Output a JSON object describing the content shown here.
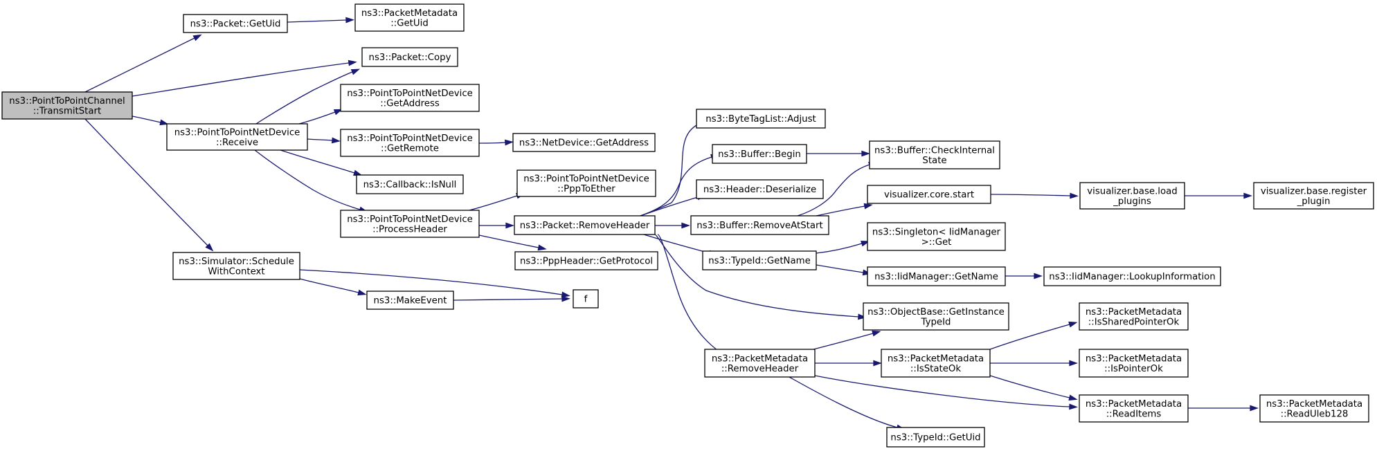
{
  "nodes": {
    "n_transmit": [
      "ns3::PointToPointChannel",
      "::TransmitStart"
    ],
    "n_getuid_pkt": [
      "ns3::Packet::GetUid"
    ],
    "n_pm_getuid": [
      "ns3::PacketMetadata",
      "::GetUid"
    ],
    "n_copy": [
      "ns3::Packet::Copy"
    ],
    "n_p2p_receive": [
      "ns3::PointToPointNetDevice",
      "::Receive"
    ],
    "n_p2p_getaddr": [
      "ns3::PointToPointNetDevice",
      "::GetAddress"
    ],
    "n_p2p_getremote": [
      "ns3::PointToPointNetDevice",
      "::GetRemote"
    ],
    "n_nd_getaddr": [
      "ns3::NetDevice::GetAddress"
    ],
    "n_cb_isnull": [
      "ns3::Callback::IsNull"
    ],
    "n_p2p_procheader": [
      "ns3::PointToPointNetDevice",
      "::ProcessHeader"
    ],
    "n_p2p_pppether": [
      "ns3::PointToPointNetDevice",
      "::PppToEther"
    ],
    "n_pkt_removeheader": [
      "ns3::Packet::RemoveHeader"
    ],
    "n_ppp_getproto": [
      "ns3::PppHeader::GetProtocol"
    ],
    "n_sched": [
      "ns3::Simulator::Schedule",
      "WithContext"
    ],
    "n_makeevent": [
      "ns3::MakeEvent"
    ],
    "n_f": [
      "f"
    ],
    "n_btl_adjust": [
      "ns3::ByteTagList::Adjust"
    ],
    "n_buf_begin": [
      "ns3::Buffer::Begin"
    ],
    "n_hdr_deser": [
      "ns3::Header::Deserialize"
    ],
    "n_buf_removeatstart": [
      "ns3::Buffer::RemoveAtStart"
    ],
    "n_buf_checkinternal": [
      "ns3::Buffer::CheckInternal",
      "State"
    ],
    "n_vis_start": [
      "visualizer.core.start"
    ],
    "n_vis_load": [
      "visualizer.base.load",
      "_plugins"
    ],
    "n_vis_register": [
      "visualizer.base.register",
      "_plugin"
    ],
    "n_typeid_getname": [
      "ns3::TypeId::GetName"
    ],
    "n_singleton_get": [
      "ns3::Singleton< IidManager",
      ">::Get"
    ],
    "n_iid_getname": [
      "ns3::IidManager::GetName"
    ],
    "n_iid_lookup": [
      "ns3::IidManager::LookupInformation"
    ],
    "n_objbase": [
      "ns3::ObjectBase::GetInstance",
      "TypeId"
    ],
    "n_pm_removeheader": [
      "ns3::PacketMetadata",
      "::RemoveHeader"
    ],
    "n_pm_isstateok": [
      "ns3::PacketMetadata",
      "::IsStateOk"
    ],
    "n_pm_issharedptr": [
      "ns3::PacketMetadata",
      "::IsSharedPointerOk"
    ],
    "n_pm_isptr": [
      "ns3::PacketMetadata",
      "::IsPointerOk"
    ],
    "n_pm_readitems": [
      "ns3::PacketMetadata",
      "::ReadItems"
    ],
    "n_pm_readuleb": [
      "ns3::PacketMetadata",
      "::ReadUleb128"
    ],
    "n_typeid_getuid": [
      "ns3::TypeId::GetUid"
    ]
  },
  "edges": [
    [
      "n_transmit",
      "n_getuid_pkt"
    ],
    [
      "n_transmit",
      "n_copy"
    ],
    [
      "n_transmit",
      "n_p2p_receive"
    ],
    [
      "n_transmit",
      "n_sched"
    ],
    [
      "n_getuid_pkt",
      "n_pm_getuid"
    ],
    [
      "n_p2p_receive",
      "n_copy"
    ],
    [
      "n_p2p_receive",
      "n_p2p_getaddr"
    ],
    [
      "n_p2p_receive",
      "n_p2p_getremote"
    ],
    [
      "n_p2p_receive",
      "n_cb_isnull"
    ],
    [
      "n_p2p_receive",
      "n_p2p_procheader"
    ],
    [
      "n_p2p_getremote",
      "n_nd_getaddr"
    ],
    [
      "n_p2p_procheader",
      "n_p2p_pppether"
    ],
    [
      "n_p2p_procheader",
      "n_pkt_removeheader"
    ],
    [
      "n_p2p_procheader",
      "n_ppp_getproto"
    ],
    [
      "n_sched",
      "n_f"
    ],
    [
      "n_sched",
      "n_makeevent"
    ],
    [
      "n_makeevent",
      "n_f"
    ],
    [
      "n_pkt_removeheader",
      "n_btl_adjust"
    ],
    [
      "n_pkt_removeheader",
      "n_buf_begin"
    ],
    [
      "n_pkt_removeheader",
      "n_hdr_deser"
    ],
    [
      "n_pkt_removeheader",
      "n_buf_removeatstart"
    ],
    [
      "n_pkt_removeheader",
      "n_typeid_getname"
    ],
    [
      "n_pkt_removeheader",
      "n_objbase"
    ],
    [
      "n_pkt_removeheader",
      "n_pm_removeheader"
    ],
    [
      "n_buf_begin",
      "n_buf_checkinternal"
    ],
    [
      "n_buf_removeatstart",
      "n_buf_checkinternal"
    ],
    [
      "n_buf_removeatstart",
      "n_vis_start"
    ],
    [
      "n_vis_start",
      "n_vis_load"
    ],
    [
      "n_vis_load",
      "n_vis_register"
    ],
    [
      "n_typeid_getname",
      "n_singleton_get"
    ],
    [
      "n_typeid_getname",
      "n_iid_getname"
    ],
    [
      "n_iid_getname",
      "n_iid_lookup"
    ],
    [
      "n_pm_removeheader",
      "n_objbase"
    ],
    [
      "n_pm_removeheader",
      "n_pm_isstateok"
    ],
    [
      "n_pm_removeheader",
      "n_pm_readitems"
    ],
    [
      "n_pm_removeheader",
      "n_typeid_getuid"
    ],
    [
      "n_pm_isstateok",
      "n_pm_issharedptr"
    ],
    [
      "n_pm_isstateok",
      "n_pm_isptr"
    ],
    [
      "n_pm_isstateok",
      "n_pm_readitems"
    ],
    [
      "n_pm_readitems",
      "n_pm_readuleb"
    ]
  ],
  "colors": {
    "edge": "#191970",
    "root_fill": "#bfbfbf",
    "node_fill": "#ffffff",
    "border": "#000000"
  }
}
